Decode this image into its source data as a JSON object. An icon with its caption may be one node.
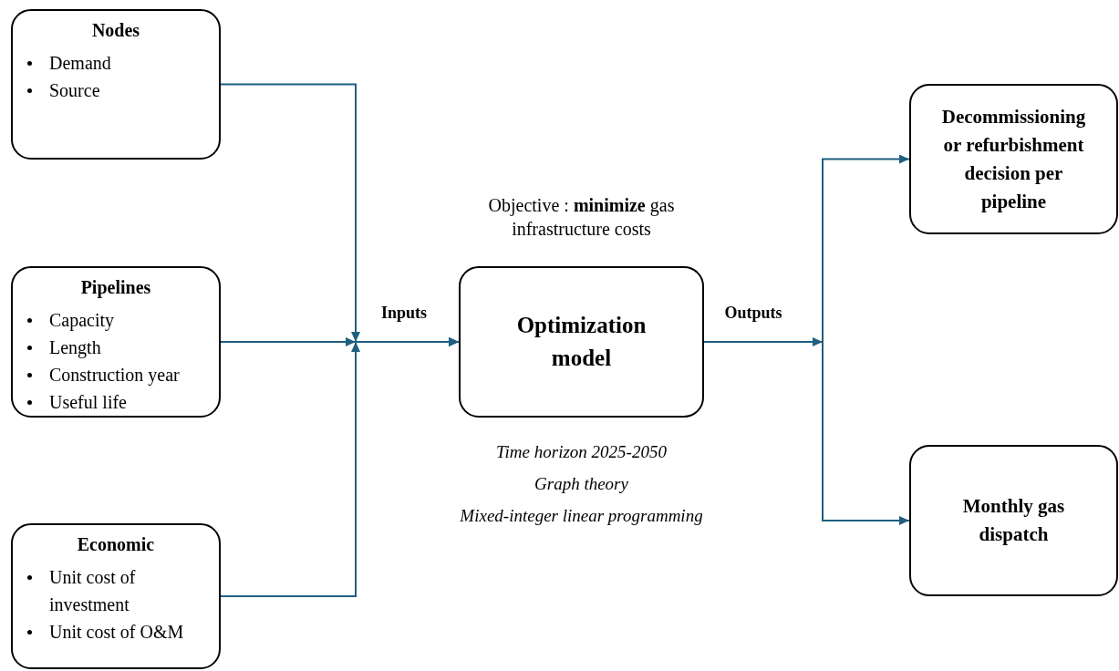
{
  "diagram": {
    "nodes": [
      {
        "text": [
          "Nodes",
          "Demand",
          "Source"
        ]
      },
      {
        "text": [
          "Pipelines",
          "Capacity",
          "Length",
          "Construction year",
          "Useful life"
        ]
      },
      {
        "text": [
          "Economic",
          "Unit cost of investment",
          "Unit cost of O&M"
        ]
      },
      {
        "text": [
          "Optimization model"
        ],
        "beside": [
          "Objective : **minimize** gas infrastructure costs",
          "Time horizon 2025-2050",
          "Graph theory",
          "Mixed-integer linear programming"
        ]
      },
      {
        "text": [
          "Decommissioning or refurbishment decision per pipeline"
        ]
      },
      {
        "text": [
          "Monthly gas dispatch"
        ]
      }
    ],
    "edges": [
      {
        "from": 0,
        "to": 3,
        "arrow": "to"
      },
      {
        "from": 1,
        "to": 3,
        "arrow": "to",
        "label": "Inputs"
      },
      {
        "from": 2,
        "to": 3,
        "arrow": "to"
      },
      {
        "from": 3,
        "to": 4,
        "arrow": "to",
        "label": "Outputs"
      },
      {
        "from": 3,
        "to": 5,
        "arrow": "to"
      }
    ]
  }
}
